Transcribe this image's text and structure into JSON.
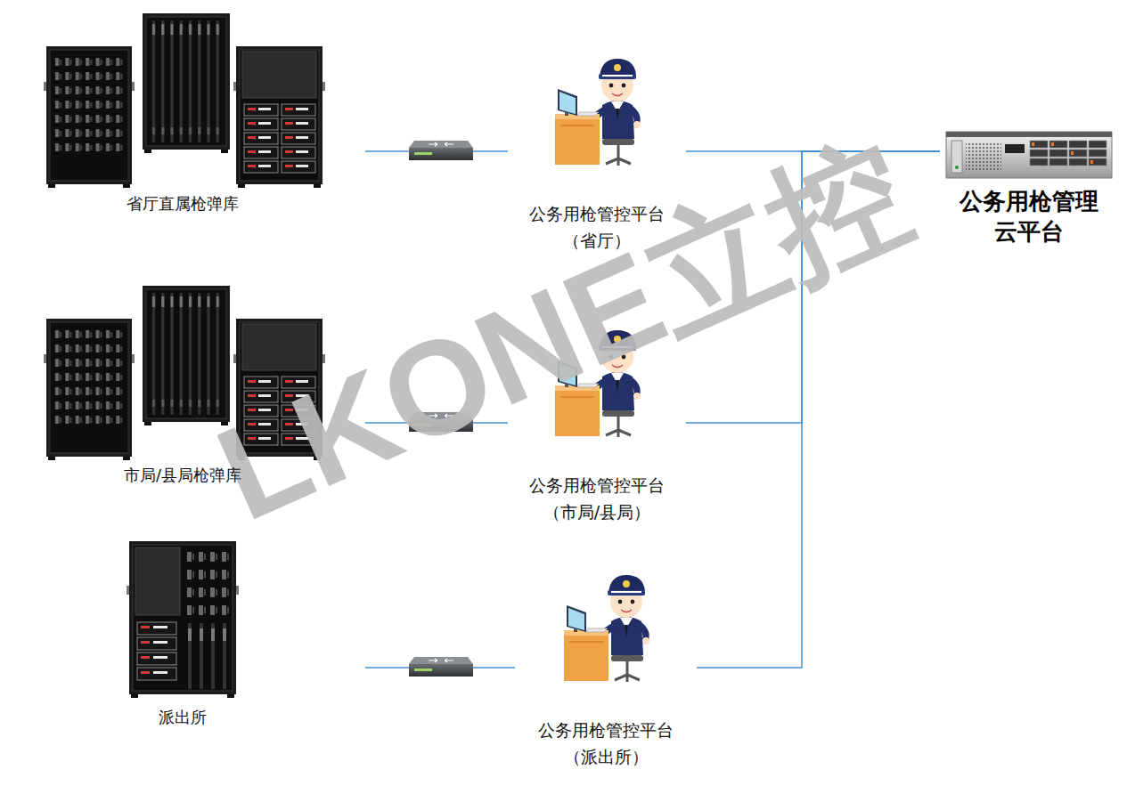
{
  "diagram": {
    "nodes": [
      {
        "text": [
          "省厅直属枪弹库"
        ]
      },
      {
        "text": [
          "公务用枪管控平台 （省厅）"
        ]
      },
      {
        "text": [
          "公务用枪管理 云平台"
        ]
      },
      {
        "text": [
          "市局/县局枪弹库"
        ]
      },
      {
        "text": [
          "公务用枪管控平台 （市局/县局）"
        ]
      },
      {
        "text": [
          "派出所"
        ]
      },
      {
        "text": [
          "公务用枪管控平台 （派出所）"
        ]
      }
    ],
    "edges": [
      {
        "from": 0,
        "to": 1,
        "arrow": "none"
      },
      {
        "from": 1,
        "to": 2,
        "arrow": "none"
      },
      {
        "from": 3,
        "to": 4,
        "arrow": "none"
      },
      {
        "from": 4,
        "to": 2,
        "arrow": "none"
      },
      {
        "from": 5,
        "to": 6,
        "arrow": "none"
      },
      {
        "from": 6,
        "to": 2,
        "arrow": "none"
      }
    ],
    "labels": [
      "LKONE立控"
    ]
  }
}
